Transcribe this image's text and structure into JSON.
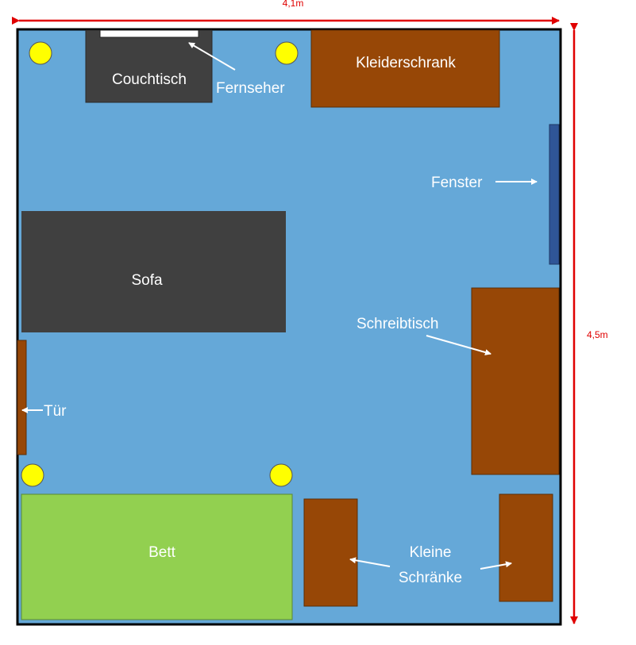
{
  "dimensions": {
    "width_label": "4,1m",
    "height_label": "4,5m"
  },
  "colors": {
    "floor": "#65A8D8",
    "wall": "#000000",
    "wood": "#974706",
    "dark": "#404040",
    "bed": "#92D050",
    "window": "#2F5597",
    "lamp": "#FFFF00",
    "tv": "#FFFFFF",
    "dimension": "#E00000",
    "label": "#FFFFFF"
  },
  "furniture": {
    "couchtisch": "Couchtisch",
    "kleiderschrank": "Kleiderschrank",
    "sofa": "Sofa",
    "bett": "Bett"
  },
  "callouts": {
    "fernseher": "Fernseher",
    "fenster": "Fenster",
    "schreibtisch": "Schreibtisch",
    "tuer": "Tür",
    "kleine_schraenke_line1": "Kleine",
    "kleine_schraenke_line2": "Schränke"
  }
}
